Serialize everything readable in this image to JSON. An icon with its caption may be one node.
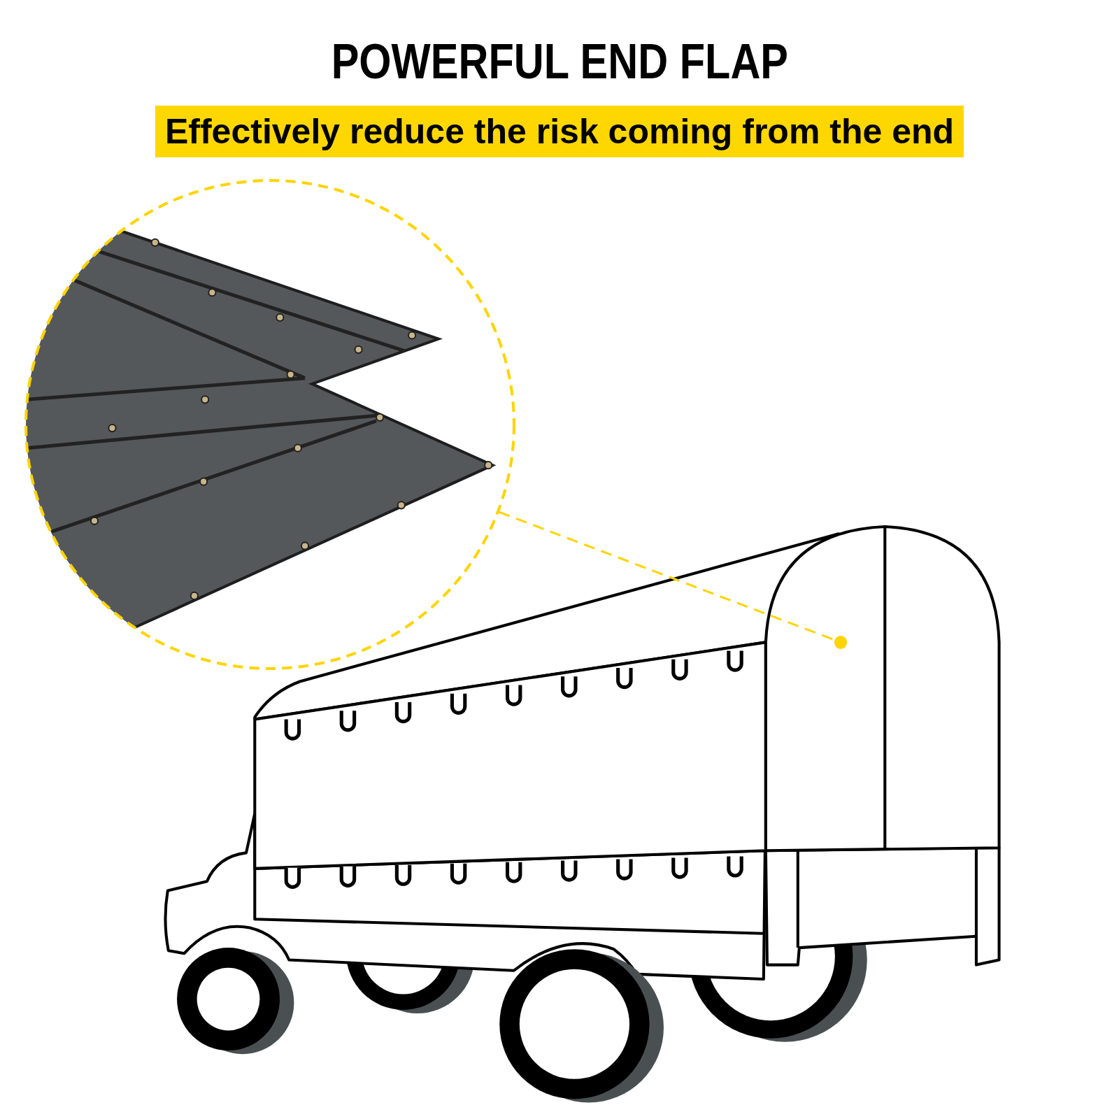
{
  "diagram": {
    "title": "POWERFUL END FLAP",
    "nodes": [
      {
        "text": [],
        "shape": "picture"
      },
      {
        "text": [],
        "shape": "circle"
      }
    ],
    "edges": [
      {
        "from": 0,
        "to": 1,
        "arrow": "none",
        "style": "dashed",
        "color": "#ffd400"
      }
    ],
    "labels": [
      "Effectively reduce the risk coming from the end"
    ]
  }
}
